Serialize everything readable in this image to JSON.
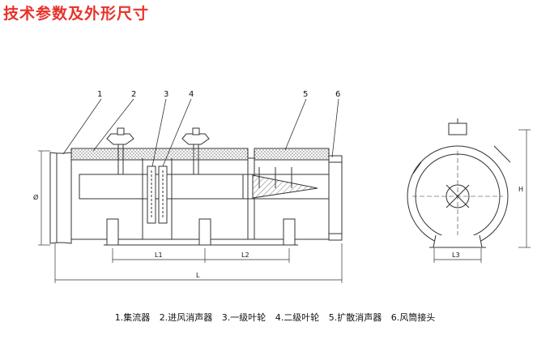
{
  "title": "技术参数及外形尺寸",
  "callouts": [
    "1",
    "2",
    "3",
    "4",
    "5",
    "6"
  ],
  "dimensions": {
    "phi": "Ø",
    "L1": "L1",
    "L2": "L2",
    "L": "L",
    "L3": "L3",
    "H": "H"
  },
  "legend": [
    "1.集流器",
    "2.进风消声器",
    "3.一级叶轮",
    "4.二级叶轮",
    "5.扩散消声器",
    "6.风筒接头"
  ],
  "colors": {
    "title": "#e8322b",
    "line": "#333333"
  }
}
